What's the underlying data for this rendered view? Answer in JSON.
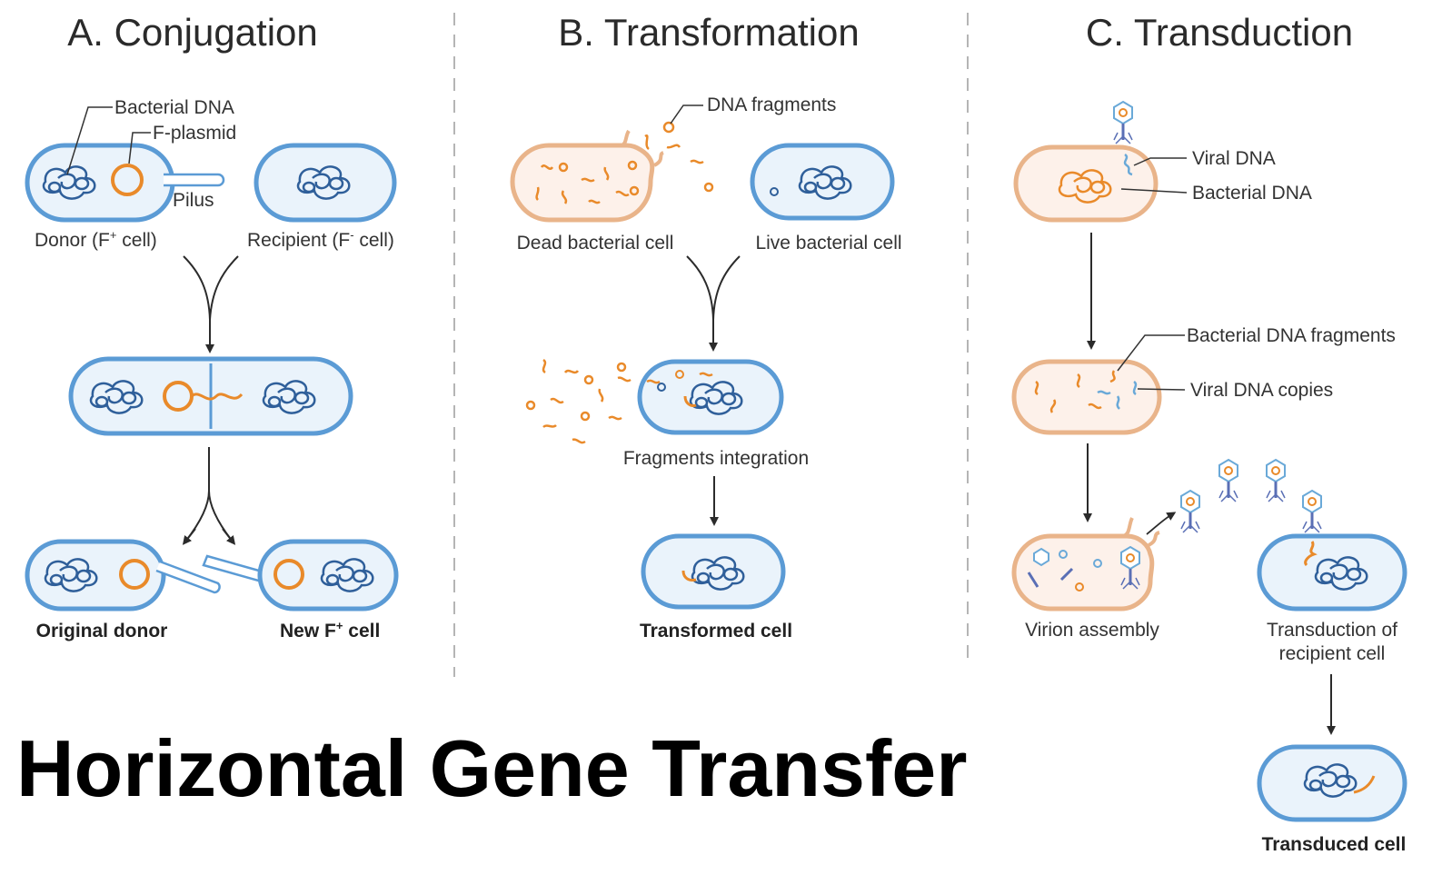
{
  "title": "Horizontal Gene Transfer",
  "colors": {
    "cell_stroke": "#5b9bd5",
    "cell_fill": "#eaf3fb",
    "dead_stroke": "#e9b48a",
    "dead_fill": "#fdf1ea",
    "dna_blue": "#2f5f9a",
    "dna_orange": "#e98a2a",
    "viral_blue": "#6aa9d8"
  },
  "sections": {
    "conjugation": {
      "heading": "A. Conjugation",
      "labels": {
        "bacterial_dna": "Bacterial DNA",
        "f_plasmid": "F-plasmid",
        "pilus": "Pilus",
        "donor": "Donor (F",
        "donor_sup": "+",
        "donor_tail": " cell)",
        "recipient": "Recipient (F",
        "recipient_sup": "-",
        "recipient_tail": " cell)",
        "original_donor": "Original donor",
        "new_cell": "New F",
        "new_cell_sup": "+",
        "new_cell_tail": " cell"
      }
    },
    "transformation": {
      "heading": "B. Transformation",
      "labels": {
        "dna_fragments": "DNA fragments",
        "dead_cell": "Dead bacterial cell",
        "live_cell": "Live bacterial cell",
        "integration": "Fragments integration",
        "transformed": "Transformed cell"
      }
    },
    "transduction": {
      "heading": "C. Transduction",
      "labels": {
        "viral_dna": "Viral DNA",
        "bacterial_dna": "Bacterial DNA",
        "fragments": "Bacterial DNA fragments",
        "copies": "Viral DNA copies",
        "virion": "Virion assembly",
        "transduction_line1": "Transduction of",
        "transduction_line2": "recipient cell",
        "transduced": "Transduced cell"
      }
    }
  }
}
